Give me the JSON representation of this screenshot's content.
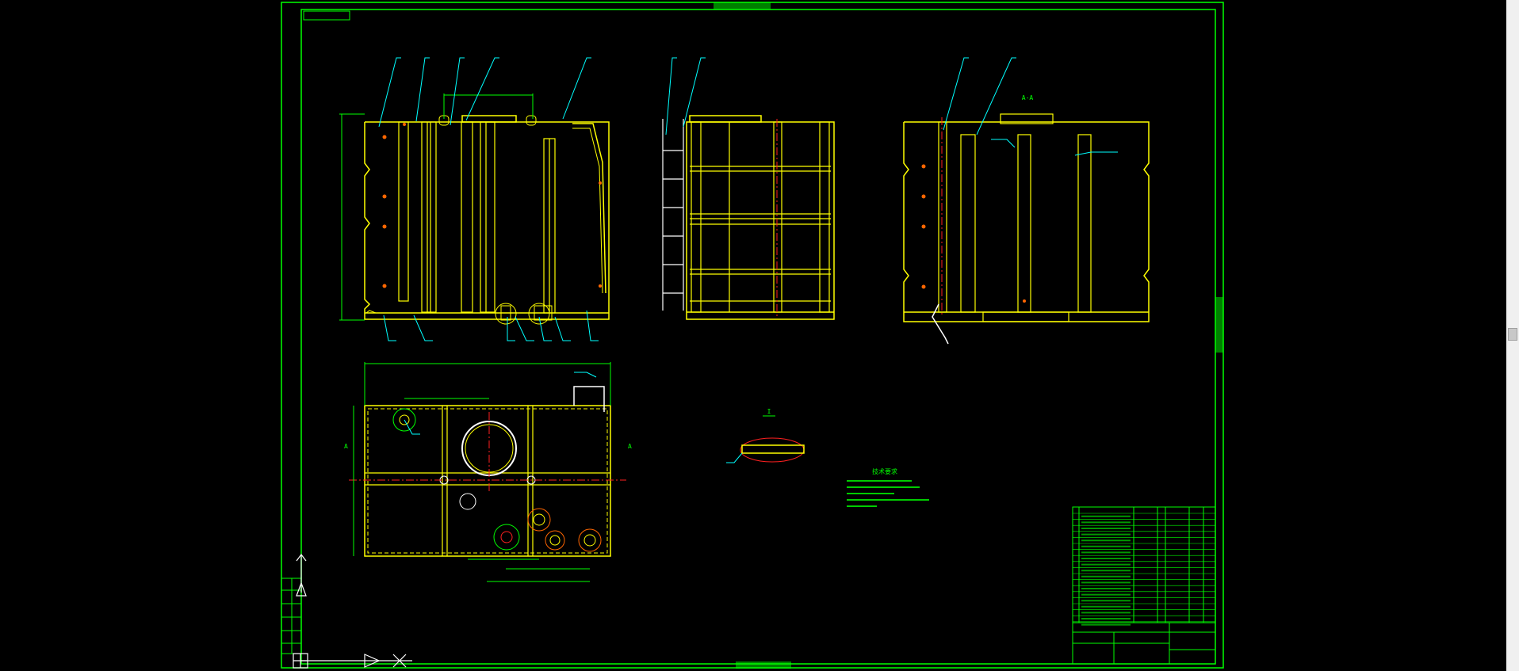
{
  "drawing": {
    "border_top_label": "",
    "border_bottom_label": "",
    "drawing_number_box": "",
    "side_label": "",
    "section_label": "A-A",
    "detail_label": "I",
    "view_markers": [
      "A",
      "A"
    ]
  },
  "tech_requirements": {
    "title": "技术要求",
    "lines": [
      "",
      "",
      "",
      "",
      ""
    ]
  },
  "title_block": {
    "name": "",
    "drawing_no": "",
    "material": ""
  },
  "colors": {
    "frame": "#00ff00",
    "outline": "#ffff00",
    "leader": "#00ffff",
    "center": "#ff2020",
    "dimension": "#00ff00",
    "hole": "#ff6600",
    "background": "#000000"
  },
  "icons": {
    "ucs": "ucs-axis-icon",
    "paper_space": "paper-space-icon"
  }
}
